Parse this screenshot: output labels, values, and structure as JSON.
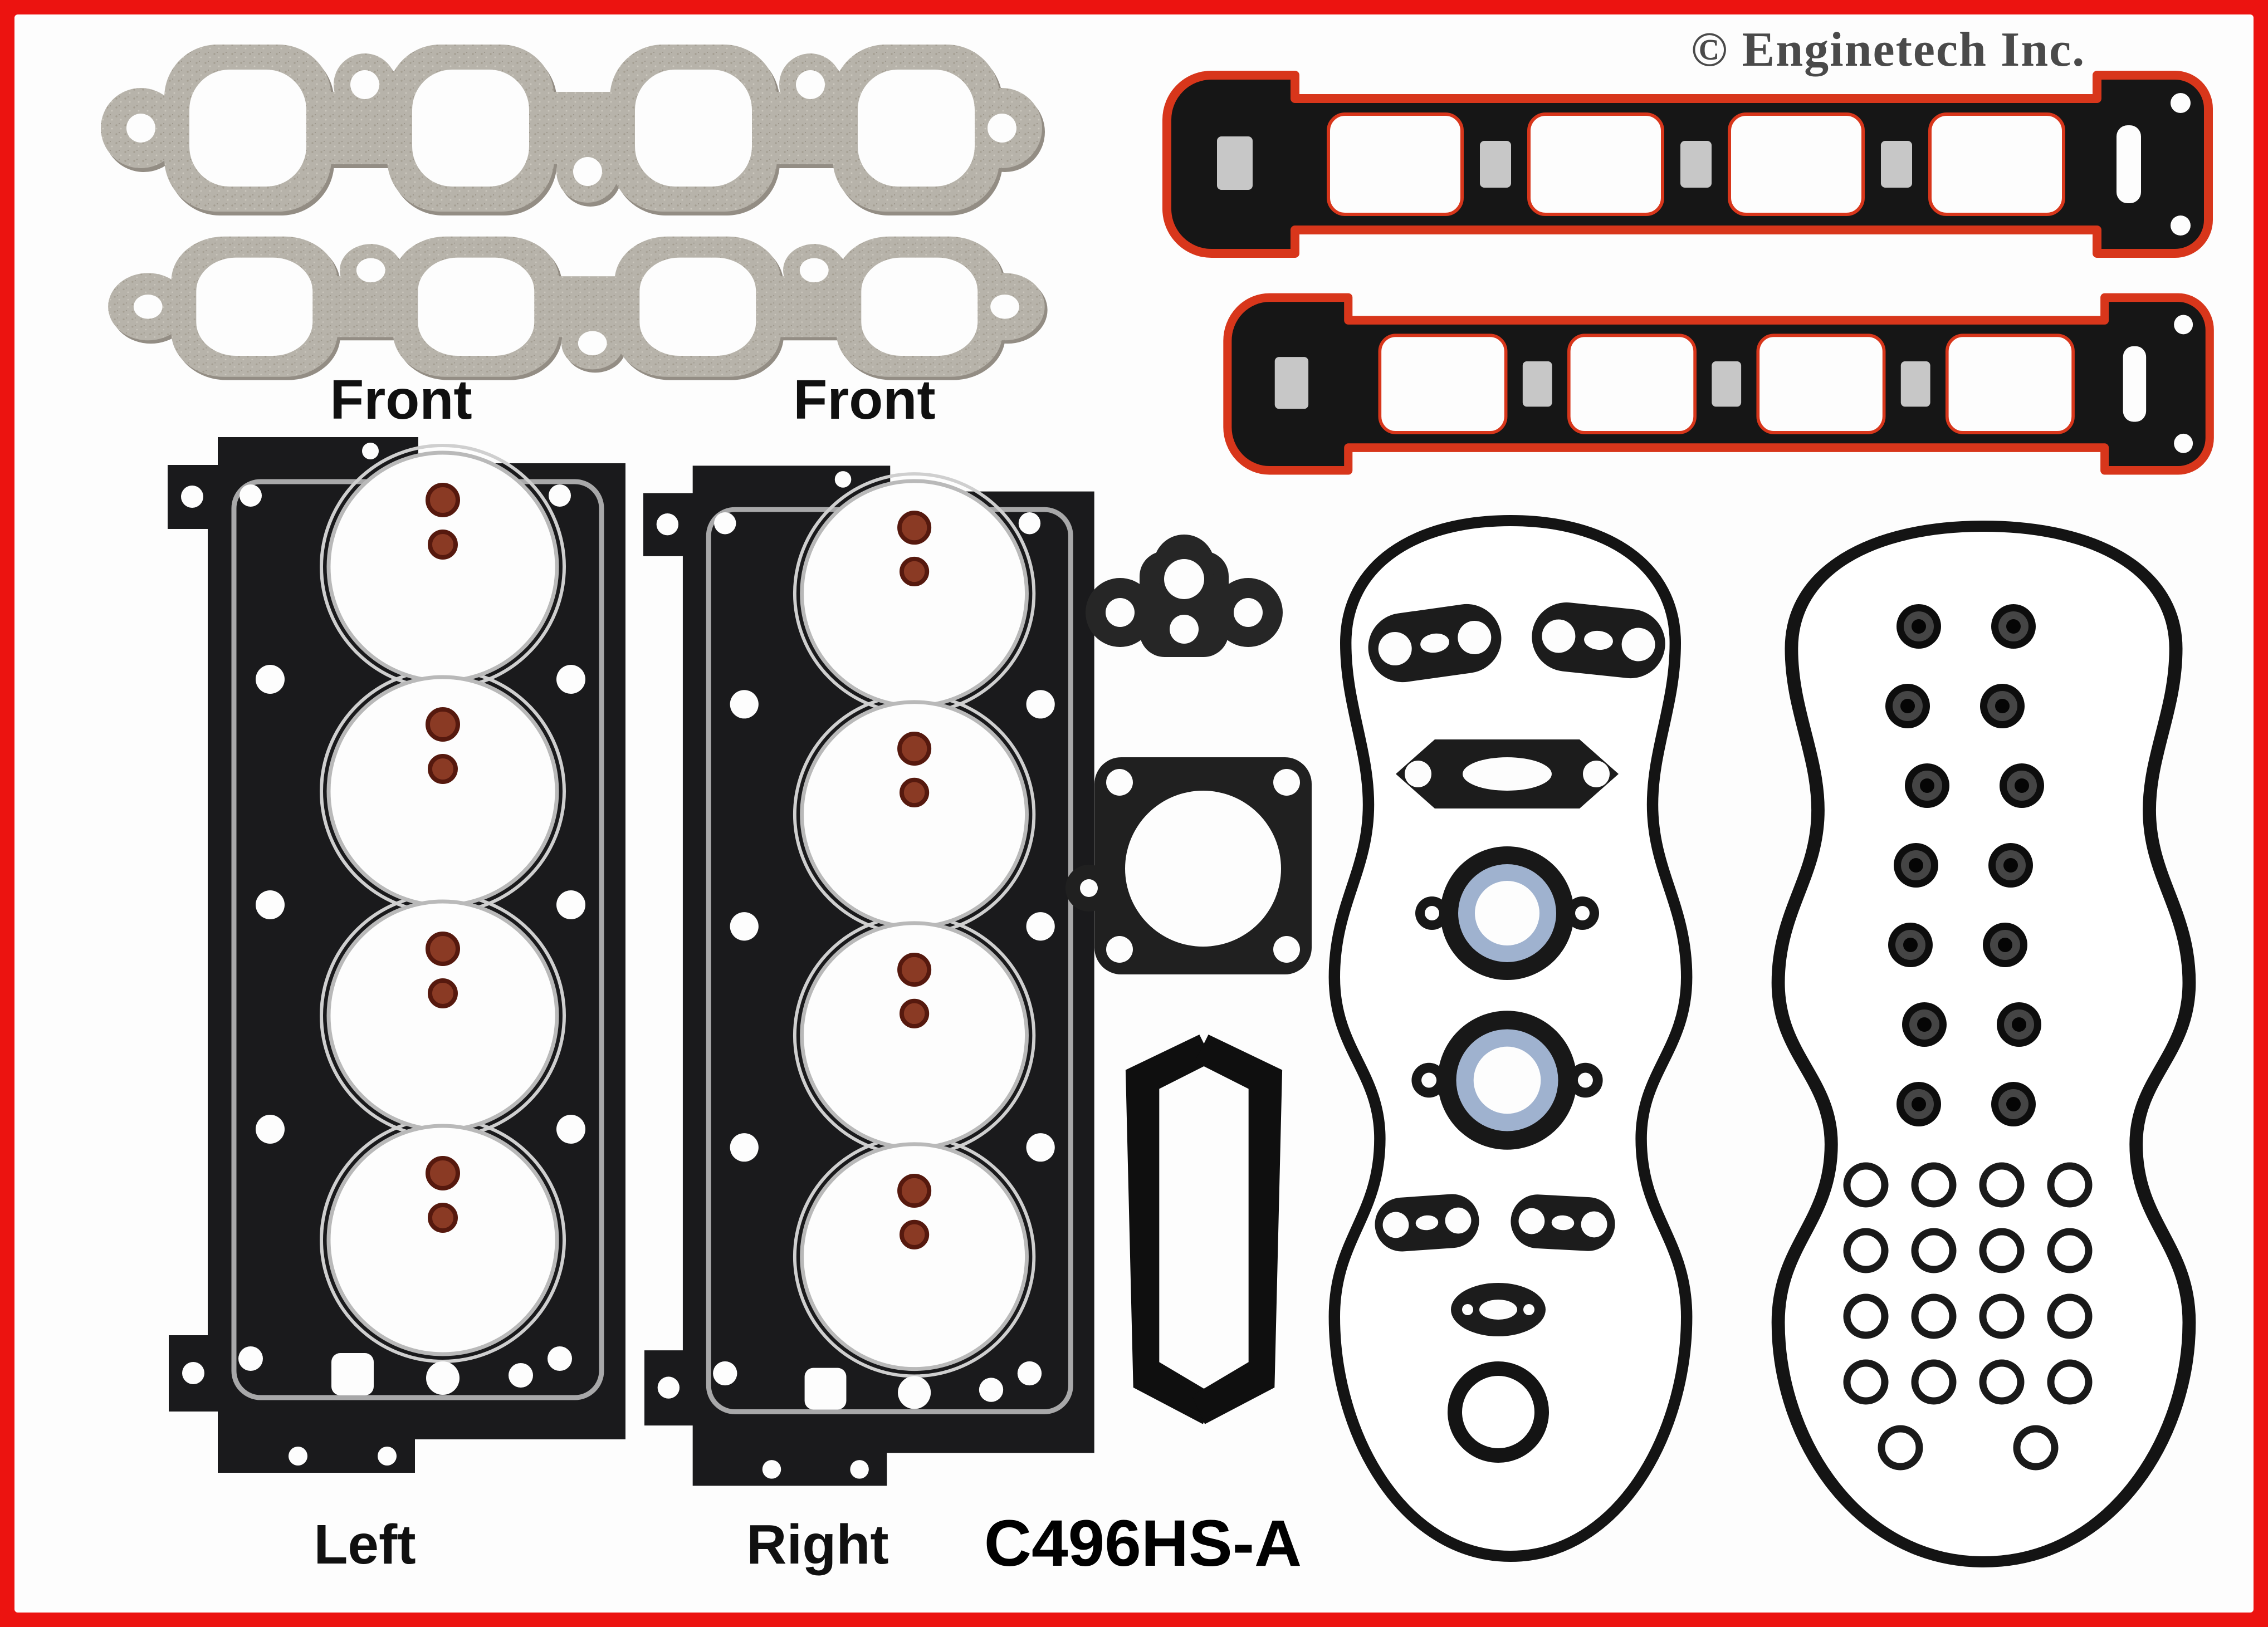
{
  "watermark": "© Enginetech Inc.",
  "labels": {
    "front_left": "Front",
    "front_right": "Front",
    "left": "Left",
    "right": "Right"
  },
  "part_number": "C496HS-A",
  "colors": {
    "border": "#ec1310",
    "background": "#fdfdfd",
    "gasket_gray": "#b7b3aa",
    "gasket_black": "#1a1a1c",
    "intake_trim_red": "#d8361b",
    "seal_blue": "#9fb2cf",
    "grommet_copper": "#8a3a24",
    "watermark_gray": "#4a4a4a"
  }
}
